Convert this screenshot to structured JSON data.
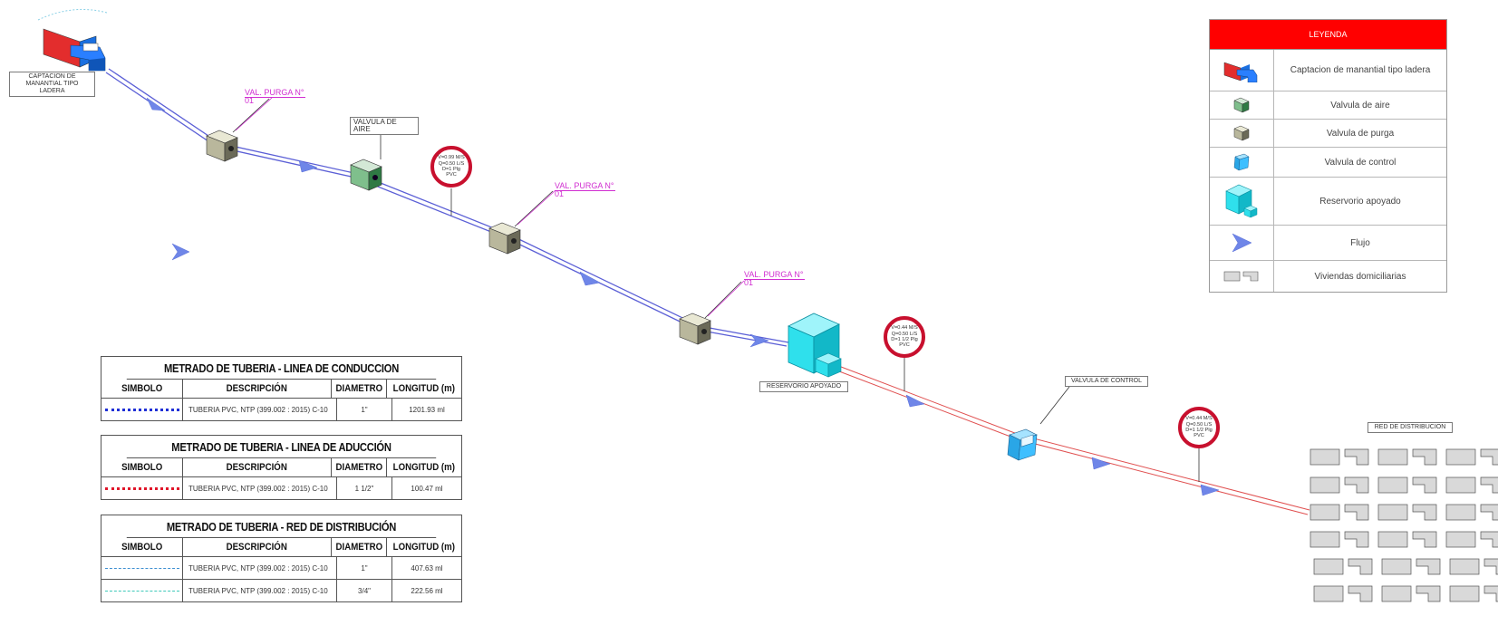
{
  "labels": {
    "captacion": "CAPTACION DE MANANTIAL TIPO LADERA",
    "reservorio": "RESERVORIO APOYADO",
    "valvula_control": "VALVULA DE CONTROL",
    "valvula_aire": "VALVULA  DE AIRE",
    "red_distribucion": "RED DE DISTRIBUCION",
    "purga_1": "VAL. PURGA N°",
    "purga_1_num": "01",
    "purga_2": "VAL. PURGA N°",
    "purga_2_num": "01",
    "purga_3": "VAL. PURGA N°",
    "purga_3_num": "01"
  },
  "flow_stamps": [
    {
      "v": "V=0.99 M/S",
      "q": "Q=0.50 L/S",
      "d": "D=1 Plg",
      "mat": "PVC"
    },
    {
      "v": "V=0.44 M/S",
      "q": "Q=0.50 L/S",
      "d": "D=1 1/2 Plg",
      "mat": "PVC"
    },
    {
      "v": "V=0.44 M/S",
      "q": "Q=0.50 L/S",
      "d": "D=1 1/2 Plg",
      "mat": "PVC"
    }
  ],
  "legend": {
    "title": "LEYENDA",
    "items": [
      {
        "icon": "captacion-icon",
        "label": "Captacion de manantial tipo ladera"
      },
      {
        "icon": "air-valve-icon",
        "label": "Valvula de aire"
      },
      {
        "icon": "purge-valve-icon",
        "label": "Valvula de purga"
      },
      {
        "icon": "control-valve-icon",
        "label": "Valvula de control"
      },
      {
        "icon": "reservoir-icon",
        "label": "Reservorio apoyado"
      },
      {
        "icon": "flow-arrow-icon",
        "label": "Flujo"
      },
      {
        "icon": "houses-icon",
        "label": "Viviendas domiciliarias"
      }
    ]
  },
  "tables": [
    {
      "title": "METRADO DE TUBERIA - LINEA DE CONDUCCION",
      "headers": [
        "SIMBOLO",
        "DESCRIPCIÓN",
        "DIAMETRO",
        "LONGITUD (m)"
      ],
      "rows": [
        {
          "swatch": "dotted",
          "color": "#1f2fd6",
          "descripcion": "TUBERIA PVC, NTP (399.002 : 2015) C-10",
          "diametro": "1\"",
          "longitud": "1201.93  ml"
        }
      ]
    },
    {
      "title": "METRADO DE TUBERIA - LINEA DE ADUCCIÓN",
      "headers": [
        "SIMBOLO",
        "DESCRIPCIÓN",
        "DIAMETRO",
        "LONGITUD (m)"
      ],
      "rows": [
        {
          "swatch": "dotted",
          "color": "#e0152a",
          "descripcion": "TUBERIA PVC, NTP (399.002 : 2015) C-10",
          "diametro": "1 1/2\"",
          "longitud": "100.47  ml"
        }
      ]
    },
    {
      "title": "METRADO DE TUBERIA - RED DE DISTRIBUCIÓN",
      "headers": [
        "SIMBOLO",
        "DESCRIPCIÓN",
        "DIAMETRO",
        "LONGITUD (m)"
      ],
      "rows": [
        {
          "swatch": "dashed",
          "color": "#3d8fd1",
          "descripcion": "TUBERIA PVC, NTP (399.002 : 2015) C-10",
          "diametro": "1\"",
          "longitud": "407.63  ml"
        },
        {
          "swatch": "dashed",
          "color": "#3fc9b9",
          "descripcion": "TUBERIA PVC, NTP (399.002 : 2015) C-10",
          "diametro": "3/4\"",
          "longitud": "222.56  ml"
        }
      ]
    }
  ],
  "colors": {
    "conduccion": "#5b5fd6",
    "aduccion": "#e05050",
    "legend_header": "#ff0000",
    "stamp_ring": "#c8102e",
    "purga_text": "#d12fd1",
    "reservoir": "#2fe0ec",
    "arrow": "#6f86e8"
  }
}
